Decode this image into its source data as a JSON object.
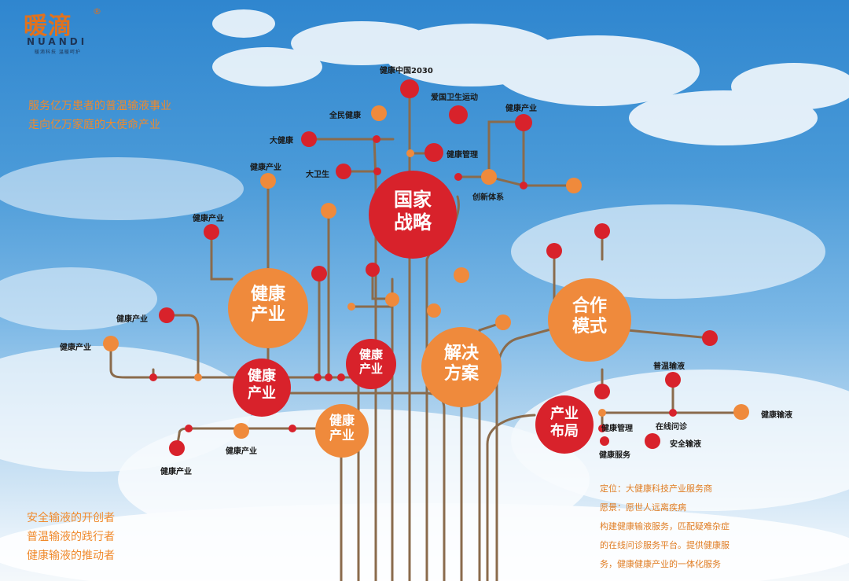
{
  "logo": {
    "name_cn": "暖滴",
    "registered": "®",
    "name_en": "NUANDI",
    "sub": "暖滴科技 温暖呵护"
  },
  "slogans": [
    "服务亿万患者的普温输液事业",
    "走向亿万家庭的大使命产业"
  ],
  "mottos": [
    "安全输液的开创者",
    "普温输液的践行者",
    "健康输液的推动者"
  ],
  "info": [
    "定位：大健康科技产业服务商",
    "愿景：愿世人远离疾病",
    "构建健康输液服务，匹配疑难杂症",
    "的在线问诊服务平台。提供健康服",
    "务，健康健康产业的一体化服务"
  ],
  "hubs": {
    "national": "国家\n战略",
    "industry_a": "健康\n产业",
    "industry_b": "健康\n产业",
    "industry_c": "健康\n产业",
    "industry_d": "健康\n产业",
    "solution": "解决\n方案",
    "cooperation": "合作\n模式",
    "layout": "产业\n布局"
  },
  "labels": {
    "china2030": "健康中国2030",
    "patriotic": "爱国卫生运动",
    "all_people": "全民健康",
    "health_industry_1": "健康产业",
    "big_health": "大健康",
    "health_mgmt_1": "健康管理",
    "big_hygiene": "大卫生",
    "innovation": "创新体系",
    "health_industry_2": "健康产业",
    "health_industry_3": "健康产业",
    "health_industry_4": "健康产业",
    "health_industry_5": "健康产业",
    "health_industry_6": "健康产业",
    "health_industry_7": "健康产业",
    "warm_infusion": "普温输液",
    "online_consult": "在线问诊",
    "health_infusion": "健康输液",
    "health_mgmt_2": "健康管理",
    "safe_infusion": "安全输液",
    "health_service": "健康服务"
  },
  "colors": {
    "red": "#d8222b",
    "orange": "#ef8a3c",
    "branch": "#8a6b4c",
    "text_orange": "#f08a2c"
  }
}
